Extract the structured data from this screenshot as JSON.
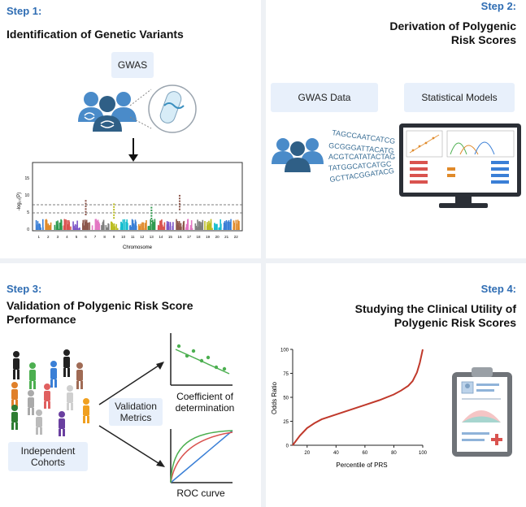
{
  "step1": {
    "step": "Step 1:",
    "title": "Identification of Genetic Variants",
    "gwas_label": "GWAS"
  },
  "manhattan": {
    "ylabel": "-log₁₀(P)",
    "xlabel": "Chromosome",
    "yticks": [
      "0",
      "5",
      "10",
      "15"
    ],
    "chromosomes": [
      "1",
      "2",
      "3",
      "4",
      "5",
      "6",
      "7",
      "8",
      "9",
      "10",
      "11",
      "12",
      "13",
      "14",
      "15",
      "16",
      "17",
      "18",
      "19",
      "20",
      "21",
      "22"
    ]
  },
  "step2": {
    "step": "Step 2:",
    "title_line1": "Derivation of Polygenic",
    "title_line2": "Risk Scores",
    "box1": "GWAS Data",
    "box2": "Statistical Models"
  },
  "step3": {
    "step": "Step 3:",
    "title_line1": "Validation of Polygenic Risk Score",
    "title_line2": "Performance",
    "validation_line1": "Validation",
    "validation_line2": "Metrics",
    "cohorts_line1": "Independent",
    "cohorts_line2": "Cohorts",
    "coef_line1": "Coefficient of",
    "coef_line2": "determination",
    "roc": "ROC curve"
  },
  "step4": {
    "step": "Step 4:",
    "title_line1": "Studying the Clinical Utility of",
    "title_line2": "Polygenic Risk Scores"
  },
  "chart_data": {
    "type": "line",
    "xlabel": "Percentile of PRS",
    "ylabel": "Odds Ratio",
    "xticks": [
      20,
      40,
      60,
      80,
      100
    ],
    "yticks": [
      0,
      25,
      50,
      75,
      100
    ],
    "xlim": [
      10,
      100
    ],
    "ylim": [
      0,
      100
    ],
    "series": [
      {
        "color": "#c0392b",
        "x": [
          10,
          15,
          20,
          25,
          30,
          40,
          50,
          60,
          70,
          80,
          85,
          90,
          93,
          96,
          98,
          100
        ],
        "y": [
          0,
          10,
          18,
          23,
          27,
          32,
          37,
          42,
          47,
          53,
          57,
          62,
          67,
          76,
          86,
          100
        ]
      }
    ]
  }
}
